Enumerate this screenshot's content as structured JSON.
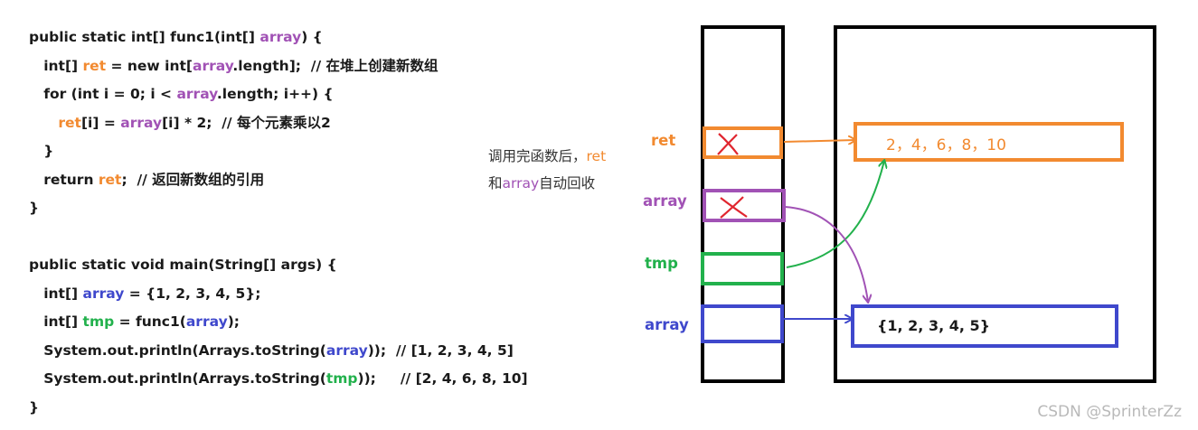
{
  "code": {
    "func1": {
      "sig_pre": "public static int[] func1(int[] ",
      "sig_var": "array",
      "sig_post": ") {",
      "l1_pre": "int[] ",
      "l1_ret": "ret",
      "l1_mid": " = new int[",
      "l1_arr": "array",
      "l1_post": ".length];  // 在堆上创建新数组",
      "l2_pre": "for (int i = 0; i < ",
      "l2_arr": "array",
      "l2_post": ".length; i++) {",
      "l3_ret": "ret",
      "l3_mid": "[i] = ",
      "l3_arr": "array",
      "l3_post": "[i] * 2;  // 每个元素乘以2",
      "l4": "}",
      "l5_pre": "return ",
      "l5_ret": "ret",
      "l5_post": ";  // 返回新数组的引用",
      "close": "}"
    },
    "main": {
      "sig": "public static void main(String[] args) {",
      "l1_pre": "int[] ",
      "l1_arr": "array",
      "l1_post": " = {1, 2, 3, 4, 5};",
      "l2_pre": "int[] ",
      "l2_tmp": "tmp",
      "l2_mid": " = func1(",
      "l2_arr": "array",
      "l2_post": ");",
      "l3_pre": "System.out.println(Arrays.toString(",
      "l3_arr": "array",
      "l3_post": "));  // [1, 2, 3, 4, 5]",
      "l4_pre": "System.out.println(Arrays.toString(",
      "l4_tmp": "tmp",
      "l4_post": "));     // [2, 4, 6, 8, 10]",
      "close": "}"
    }
  },
  "note": {
    "line1_pre": "调用完函数后，",
    "line1_ret": "ret",
    "line2_pre": "和",
    "line2_arr": "array",
    "line2_post": "自动回收"
  },
  "stack_labels": {
    "ret": "ret",
    "array_func": "array",
    "tmp": "tmp",
    "array_main": "array"
  },
  "heap": {
    "new_array": "2，4，6，8，10",
    "orig_array": "{1, 2, 3, 4, 5}"
  },
  "colors": {
    "ret": "#f28a30",
    "array_func": "#a152b5",
    "tmp": "#22b14c",
    "array_main": "#3f48cc",
    "cross": "#e0262f"
  },
  "watermark": "CSDN @SprinterZz"
}
